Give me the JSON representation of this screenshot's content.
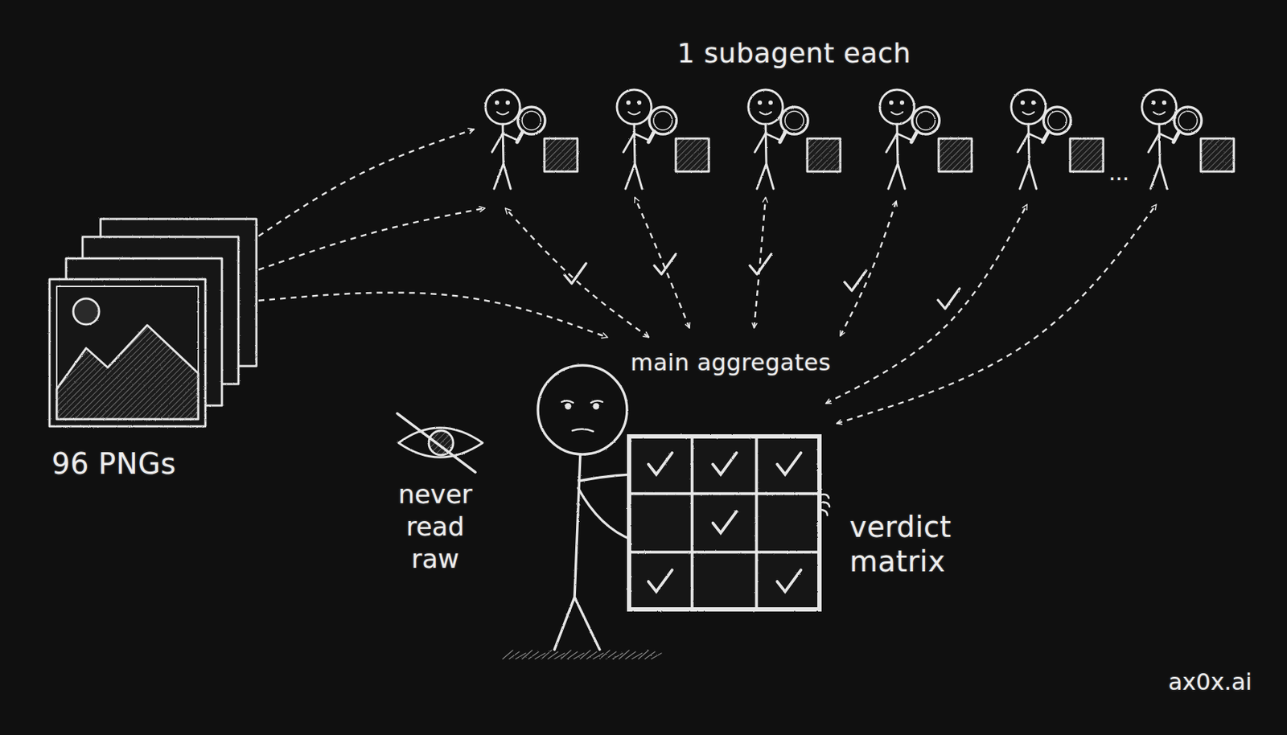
{
  "diagram": {
    "nodes": [
      {
        "text": [
          "96 PNGs"
        ]
      },
      {
        "text": [
          "1 subagent each"
        ]
      },
      {
        "text": [
          "main aggregates"
        ]
      },
      {
        "text": [
          "verdict matrix"
        ],
        "in": 2
      }
    ],
    "edges": [
      {
        "from": 0,
        "to": 1,
        "arrow": "to"
      },
      {
        "from": 0,
        "to": 1,
        "arrow": "to"
      },
      {
        "from": 0,
        "to": 2,
        "arrow": "to"
      },
      {
        "from": 2,
        "to": 1,
        "arrow": "both"
      }
    ],
    "labels": [
      "never read raw",
      "...",
      "ax0x.ai"
    ]
  }
}
